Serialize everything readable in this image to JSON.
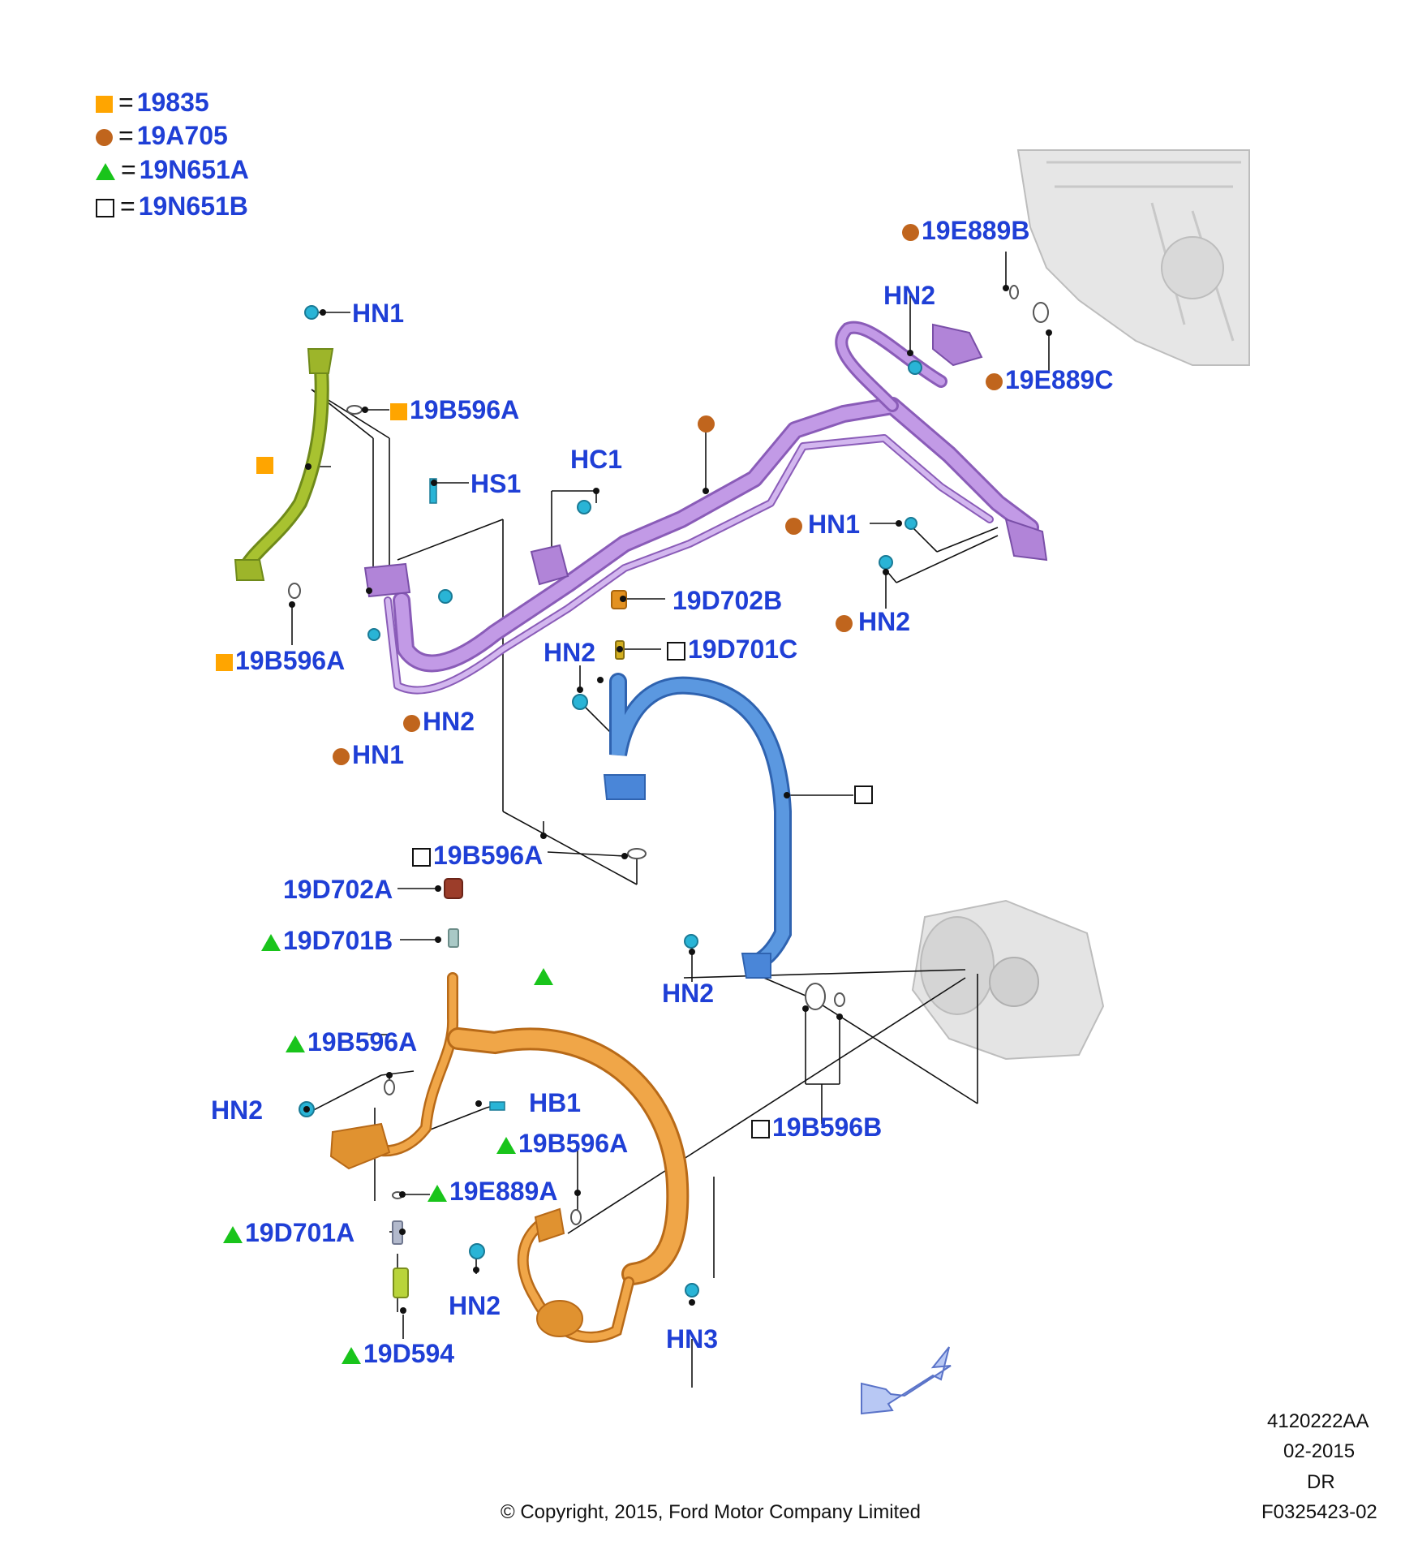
{
  "colors": {
    "label_text": "#1f3fd6",
    "marker_square": "#ffa500",
    "marker_circle": "#c0651d",
    "marker_triangle": "#19c41b",
    "marker_open_square": "#ffffff",
    "hose_yellow_green": "#9db52a",
    "hose_purple": "#b184d8",
    "hose_blue": "#4a86d8",
    "hose_orange": "#e09230",
    "fastener_cyan": "#29b4d6"
  },
  "legend": [
    {
      "marker": "square",
      "eq": "=",
      "value": "19835"
    },
    {
      "marker": "circle",
      "eq": "=",
      "value": "19A705"
    },
    {
      "marker": "triangle",
      "eq": "=",
      "value": "19N651A"
    },
    {
      "marker": "open-square",
      "eq": "=",
      "value": "19N651B"
    }
  ],
  "labels": {
    "hn1_top": "HN1",
    "b596a_sq_upper": "19B596A",
    "hs1": "HS1",
    "hc1": "HC1",
    "e889b": "19E889B",
    "hn2_top_right": "HN2",
    "e889c": "19E889C",
    "hn1_mid_right": "HN1",
    "hn2_mid_right": "HN2",
    "d702b": "19D702B",
    "d701c": "19D701C",
    "hn2_blue": "HN2",
    "b596a_sq_lower": "19B596A",
    "hn2_purple_low": "HN2",
    "hn1_purple_low": "HN1",
    "b596a_open": "19B596A",
    "d702a": "19D702A",
    "d701b": "19D701B",
    "hn2_blue_low": "HN2",
    "b596a_tri": "19B596A",
    "hn2_left": "HN2",
    "hb1": "HB1",
    "b596a_tri2": "19B596A",
    "b596b": "19B596B",
    "e889a": "19E889A",
    "d701a": "19D701A",
    "hn2_bottom": "HN2",
    "hn3": "HN3",
    "d594": "19D594"
  },
  "footer": {
    "copyright": "© Copyright, 2015, Ford Motor Company Limited",
    "code1": "4120222AA",
    "date": "02-2015",
    "dr": "DR",
    "code2": "F0325423-02"
  }
}
